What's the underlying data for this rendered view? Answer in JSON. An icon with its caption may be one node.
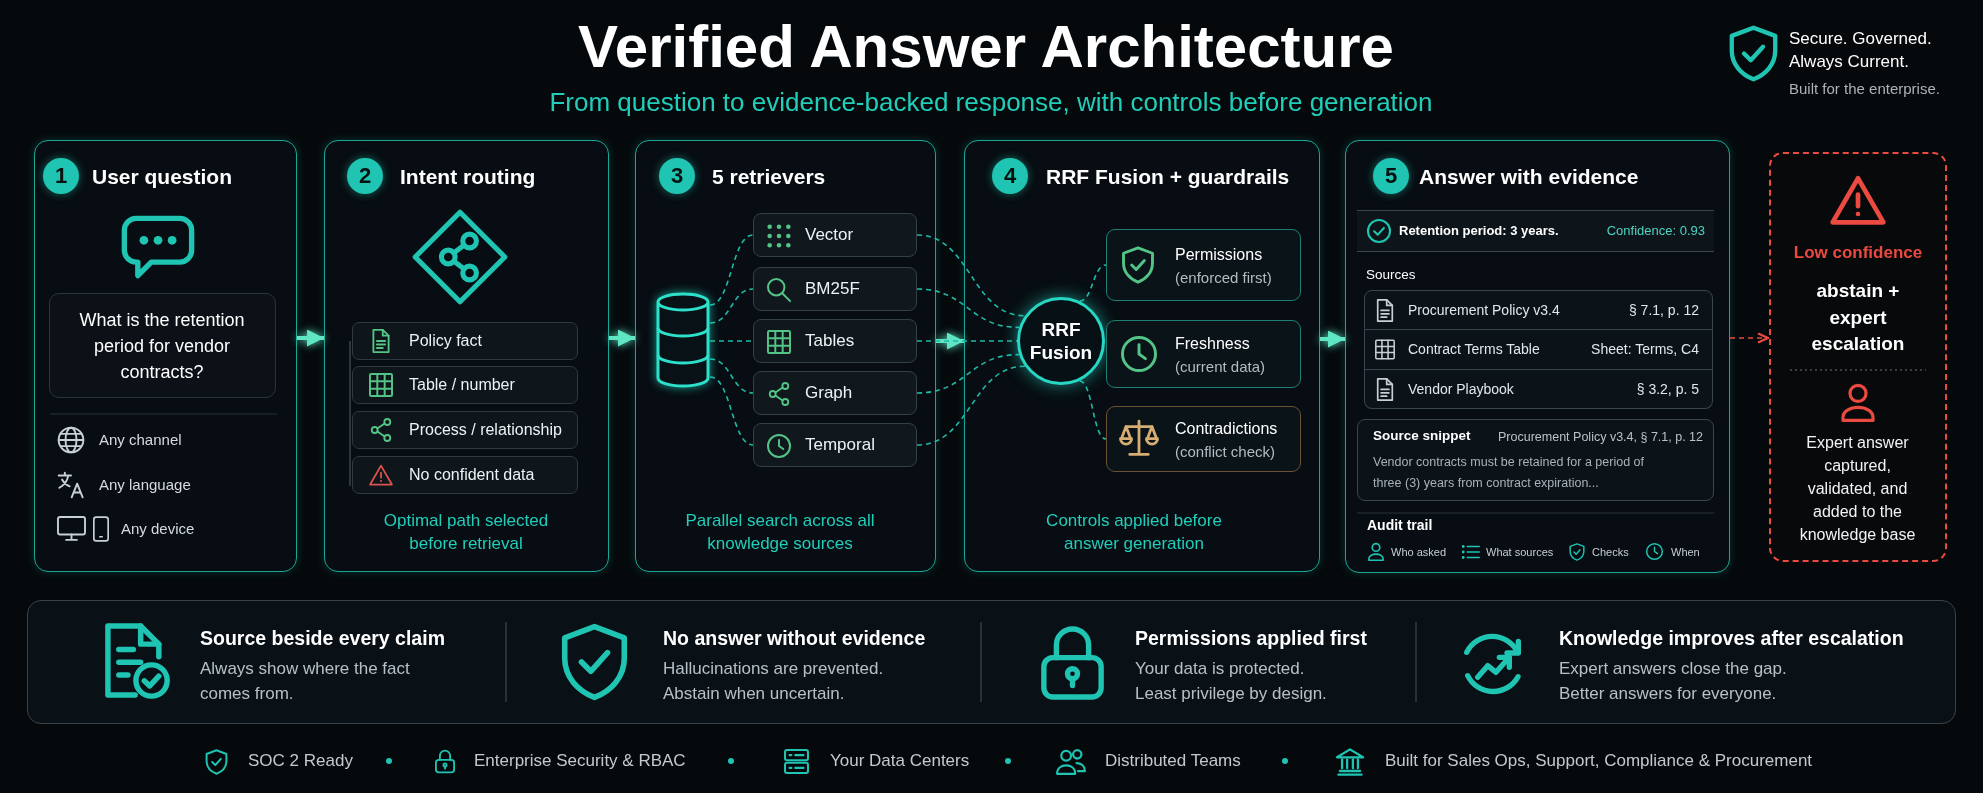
{
  "diagram": {
    "title": "Verified Answer Architecture",
    "nodes": [
      {
        "text": [
          "1",
          "User question",
          "Any channel",
          "Any language",
          "Any device"
        ]
      },
      {
        "text": [
          "What is the retention period for vendor contracts?"
        ],
        "in": 0
      },
      {
        "text": [
          "2",
          "Intent routing",
          "Optimal path selected before retrieval"
        ]
      },
      {
        "text": [
          "Policy fact"
        ],
        "in": 2
      },
      {
        "text": [
          "Table / number"
        ],
        "in": 2
      },
      {
        "text": [
          "Process / relationship"
        ],
        "in": 2
      },
      {
        "text": [
          "No confident data"
        ],
        "in": 2
      },
      {
        "text": [
          "3",
          "5 retrievers",
          "Parallel search across all knowledge sources"
        ]
      },
      {
        "text": [],
        "shape": "cylinder",
        "in": 7
      },
      {
        "text": [
          "Vector"
        ],
        "in": 7
      },
      {
        "text": [
          "BM25F"
        ],
        "in": 7
      },
      {
        "text": [
          "Tables"
        ],
        "in": 7
      },
      {
        "text": [
          "Graph"
        ],
        "in": 7
      },
      {
        "text": [
          "Temporal"
        ],
        "in": 7
      },
      {
        "text": [
          "4",
          "RRF Fusion + guardrails",
          "Controls applied before answer generation"
        ]
      },
      {
        "text": [
          "RRF Fusion"
        ],
        "in": 14
      },
      {
        "text": [
          "Permissions",
          "(enforced first)"
        ],
        "in": 14
      },
      {
        "text": [
          "Freshness",
          "(current data)"
        ],
        "in": 14
      },
      {
        "text": [
          "Contradictions",
          "(conflict check)"
        ],
        "in": 14
      },
      {
        "text": [
          "5",
          "Answer with evidence",
          "Sources",
          "Audit trail",
          "Who asked",
          "What sources",
          "Checks",
          "When"
        ]
      },
      {
        "text": [
          "Retention period: 3 years.",
          "Confidence: 0.93"
        ],
        "in": 19
      },
      {
        "text": [
          "Procurement Policy v3.4",
          "§ 7.1, p. 12"
        ],
        "in": 19
      },
      {
        "text": [
          "Contract Terms Table",
          "Sheet: Terms, C4"
        ],
        "in": 19
      },
      {
        "text": [
          "Vendor Playbook",
          "§ 3.2, p. 5"
        ],
        "in": 19
      },
      {
        "text": [
          "Source snippet",
          "Procurement Policy v3.4, § 7.1, p. 12",
          "Vendor contracts must be retained for a period of three (3) years from contract expiration..."
        ],
        "in": 19
      },
      {
        "text": [
          "Low confidence",
          "abstain + expert escalation",
          "Expert answer captured, validated, and added to the knowledge base"
        ]
      },
      {
        "text": [
          "Source beside every claim",
          "Always show where the fact comes from.",
          "No answer without evidence",
          "Hallucinations are prevented. Abstain when uncertain.",
          "Permissions applied first",
          "Your data is protected. Least privilege by design.",
          "Knowledge improves after escalation",
          "Expert answers close the gap. Better answers for everyone."
        ]
      }
    ],
    "edges": [
      {
        "from": 0,
        "to": 2,
        "arrow": "to"
      },
      {
        "from": 2,
        "to": 7,
        "arrow": "to"
      },
      {
        "from": 8,
        "to": 9,
        "arrow": "none",
        "style": "dashed"
      },
      {
        "from": 8,
        "to": 10,
        "arrow": "none",
        "style": "dashed"
      },
      {
        "from": 8,
        "to": 11,
        "arrow": "none",
        "style": "dashed"
      },
      {
        "from": 8,
        "to": 12,
        "arrow": "none",
        "style": "dashed"
      },
      {
        "from": 8,
        "to": 13,
        "arrow": "none",
        "style": "dashed"
      },
      {
        "from": 7,
        "to": 14,
        "arrow": "to"
      },
      {
        "from": 9,
        "to": 15,
        "arrow": "none",
        "style": "dashed"
      },
      {
        "from": 10,
        "to": 15,
        "arrow": "none",
        "style": "dashed"
      },
      {
        "from": 11,
        "to": 15,
        "arrow": "none",
        "style": "dashed"
      },
      {
        "from": 12,
        "to": 15,
        "arrow": "none",
        "style": "dashed"
      },
      {
        "from": 13,
        "to": 15,
        "arrow": "none",
        "style": "dashed"
      },
      {
        "from": 15,
        "to": 16,
        "arrow": "none",
        "style": "dashed"
      },
      {
        "from": 15,
        "to": 18,
        "arrow": "none",
        "style": "dashed"
      },
      {
        "from": 14,
        "to": 19,
        "arrow": "to"
      },
      {
        "from": 19,
        "to": 25,
        "arrow": "to",
        "style": "dashed",
        "color": "#ea4a3f"
      }
    ],
    "labels": [
      "From question to evidence-backed response, with controls before generation",
      "Secure. Governed. Always Current.",
      "Built for the enterprise.",
      "SOC 2 Ready",
      "Enterprise Security & RBAC",
      "Your Data Centers",
      "Distributed Teams",
      "Built for Sales Ops, Support, Compliance & Procurement"
    ]
  }
}
